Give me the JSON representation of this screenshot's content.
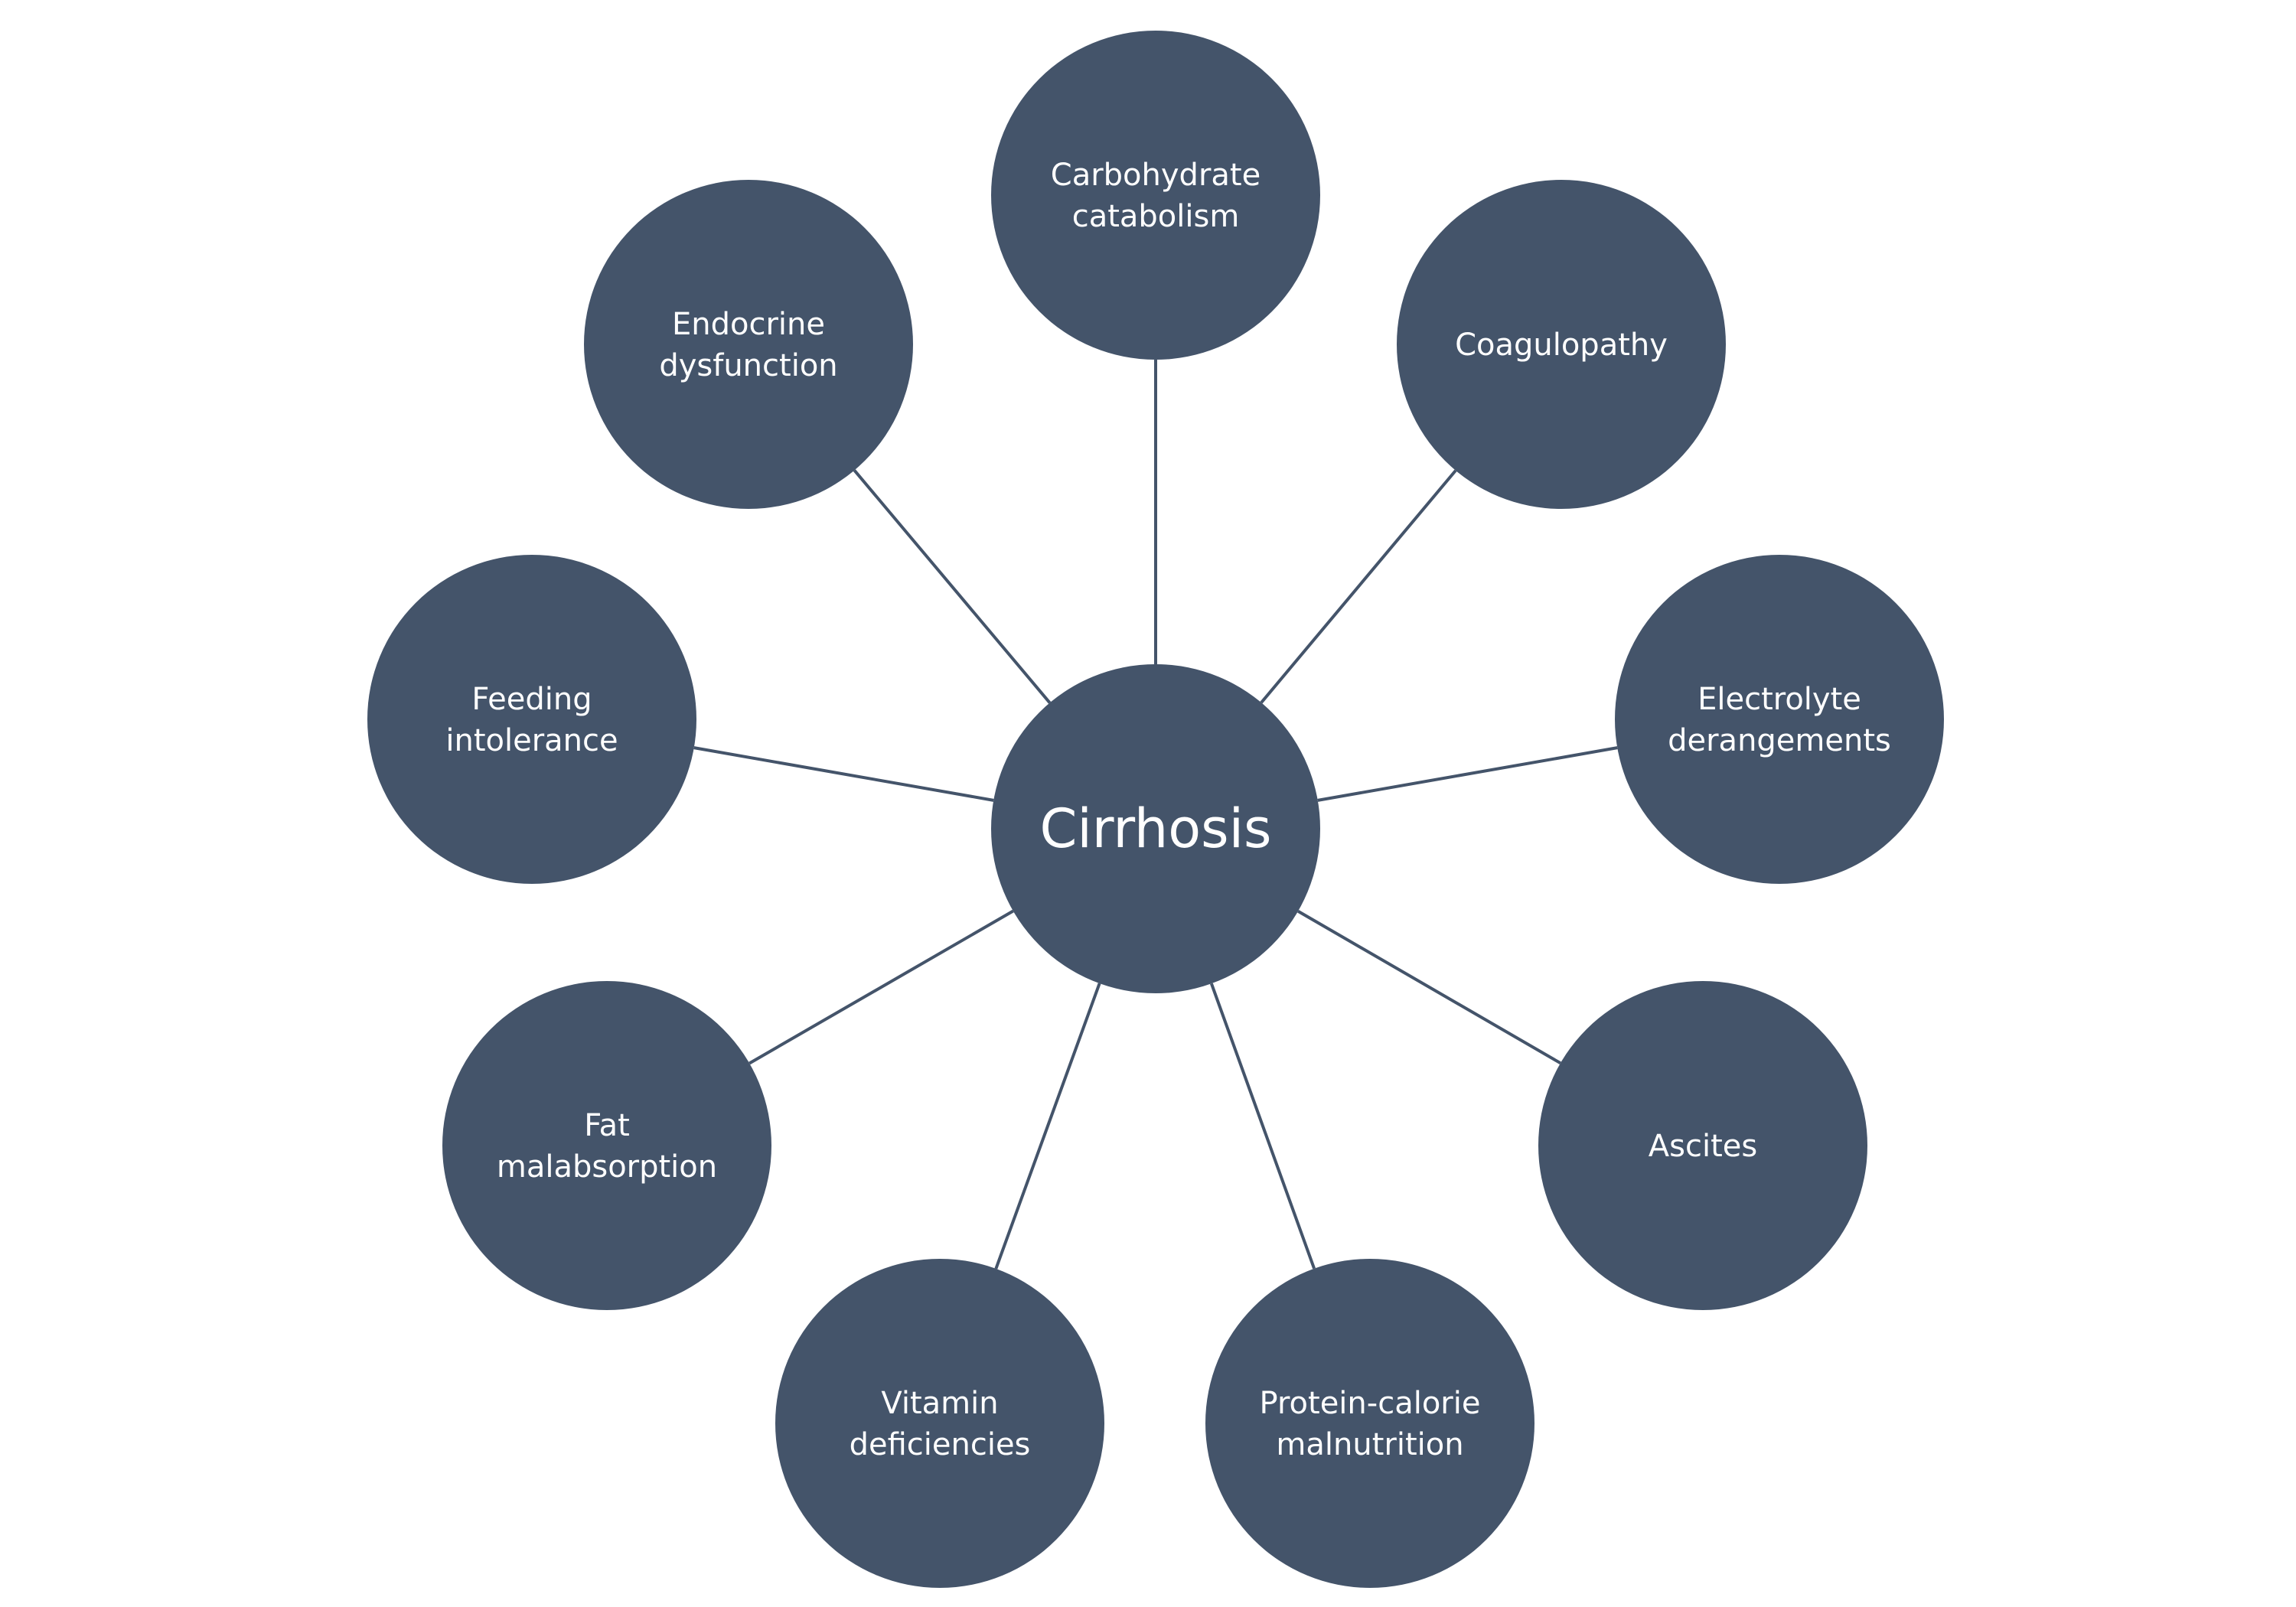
{
  "diagram": {
    "colors": {
      "node_fill": "#44546a",
      "connector": "#44546a",
      "text": "#ffffff",
      "background": "#ffffff"
    },
    "hub": {
      "label": "Cirrhosis"
    },
    "nodes": [
      {
        "id": "carbohydrate-catabolism",
        "lines": [
          "Carbohydrate",
          "catabolism"
        ]
      },
      {
        "id": "coagulopathy",
        "lines": [
          "Coagulopathy"
        ]
      },
      {
        "id": "electrolyte-derangements",
        "lines": [
          "Electrolyte",
          "derangements"
        ]
      },
      {
        "id": "ascites",
        "lines": [
          "Ascites"
        ]
      },
      {
        "id": "protein-calorie-malnutrition",
        "lines": [
          "Protein-calorie",
          "malnutrition"
        ]
      },
      {
        "id": "vitamin-deficiencies",
        "lines": [
          "Vitamin",
          "deficiencies"
        ]
      },
      {
        "id": "fat-malabsorption",
        "lines": [
          "Fat",
          "malabsorption"
        ]
      },
      {
        "id": "feeding-intolerance",
        "lines": [
          "Feeding",
          "intolerance"
        ]
      },
      {
        "id": "endocrine-dysfunction",
        "lines": [
          "Endocrine",
          "dysfunction"
        ]
      }
    ]
  }
}
